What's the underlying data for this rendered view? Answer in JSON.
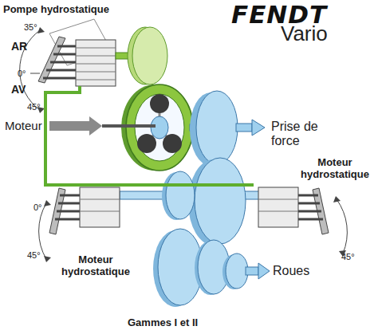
{
  "diagram": {
    "nodes": [
      {
        "text": [
          "Pompe hydrostatique"
        ]
      },
      {
        "text": [
          "Moteur hydrostatique"
        ]
      },
      {
        "text": [
          "Moteur hydrostatique"
        ]
      }
    ],
    "edges": [
      {
        "from": 0,
        "to": 2,
        "arrow": "none"
      },
      {
        "from": 0,
        "to": 1,
        "arrow": "none"
      }
    ],
    "labels": [
      "FENDT",
      "Vario",
      "35°",
      "AR",
      "0°",
      "AV",
      "45°",
      "Moteur",
      "Prise de force",
      "0°",
      "45°",
      "45°",
      "Roues",
      "Gammes I et II"
    ]
  }
}
